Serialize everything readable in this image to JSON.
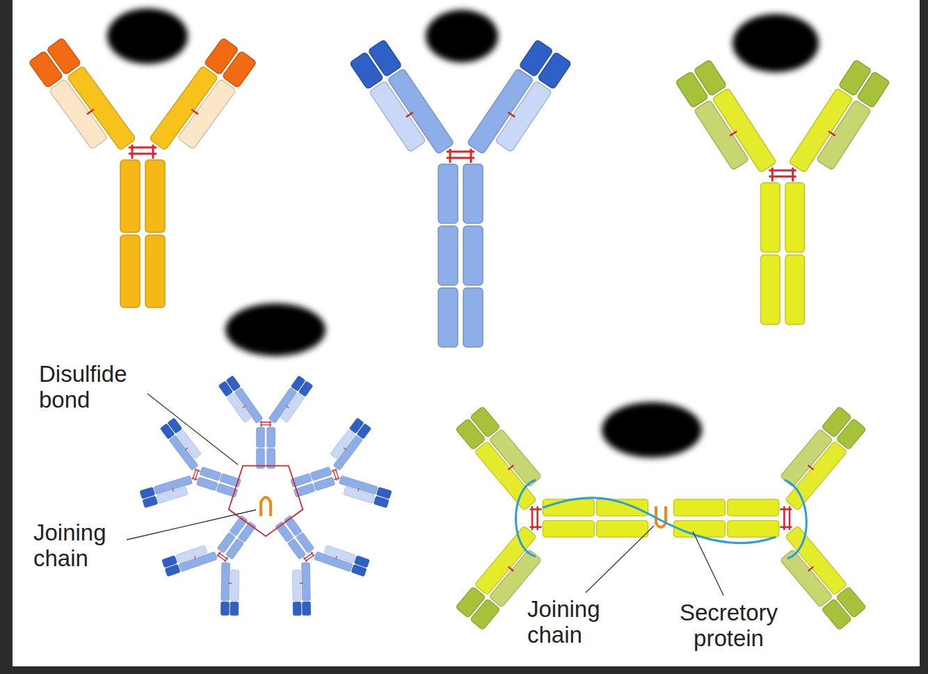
{
  "diagram": {
    "labels": [
      "Disulfide bond",
      "Joining chain",
      "Joining chain",
      "Secretory protein"
    ]
  }
}
